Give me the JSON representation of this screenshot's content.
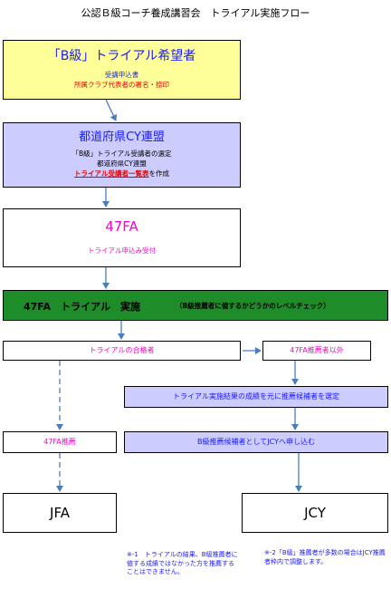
{
  "title": "公認Ｂ級コーチ養成講習会　トライアル実施フロー",
  "applicant_box": {
    "heading": "「B級」トライアル希望者",
    "line1": "受講申込書",
    "line2": "所属クラブ代表者の署名・捺印",
    "fill": "#ffff99"
  },
  "federation_box": {
    "heading": "都道府県CY連盟",
    "line1": "「B級」トライアル受講者の選定",
    "line2": "都道府県CY連盟",
    "line3_underlined": "トライアル受講者一覧表",
    "line3_suffix": "を作成",
    "fill": "#ccccff"
  },
  "fa_box": {
    "heading": "47FA",
    "line1": "トライアル申込み受付"
  },
  "trial_bar": {
    "main": "47FA　トライアル　実施",
    "sub": "（B級推薦者に値するかどうかのレベルチェック）",
    "fill": "#1e8c28"
  },
  "passed_box": {
    "label": "トライアルの合格者"
  },
  "other_box": {
    "label": "47FA推薦者以外"
  },
  "select_box": {
    "label": "トライアル実施結果の成績を元に推薦候補者を選定"
  },
  "recommend_box": {
    "label": "47FA推薦"
  },
  "apply_box": {
    "label": "B級推薦候補者としてJCYへ申し込む"
  },
  "jfa_box": {
    "label": "JFA"
  },
  "jcy_box": {
    "label": "JCY"
  },
  "note1": {
    "text": "※-1　トライアルの結果、B級推薦者に値する成績ではなかった方を推薦することはできません。"
  },
  "note2": {
    "text": "※-2「B級」推薦者が多数の場合はJCY推薦者枠内で調整します。"
  },
  "colors": {
    "arrow": "#4a7ebb",
    "magenta": "#ff00cc",
    "blue": "#1a1aff",
    "red": "#e60000"
  }
}
